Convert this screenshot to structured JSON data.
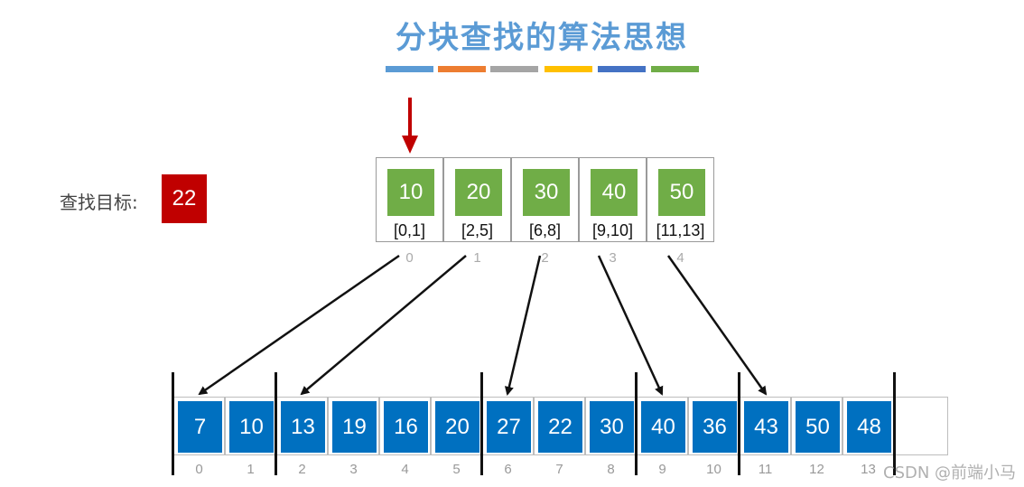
{
  "title": "分块查找的算法思想",
  "title_color": "#5b9bd5",
  "color_bars": [
    "#5b9bd5",
    "#ed7d31",
    "#a5a5a5",
    "#ffc000",
    "#4472c4",
    "#70ad47"
  ],
  "target": {
    "label": "查找目标:",
    "value": "22",
    "color": "#c00000"
  },
  "index_table": [
    {
      "max": "10",
      "range": "[0,1]",
      "index": "0"
    },
    {
      "max": "20",
      "range": "[2,5]",
      "index": "1"
    },
    {
      "max": "30",
      "range": "[6,8]",
      "index": "2"
    },
    {
      "max": "40",
      "range": "[9,10]",
      "index": "3"
    },
    {
      "max": "50",
      "range": "[11,13]",
      "index": "4"
    }
  ],
  "array": [
    {
      "value": "7",
      "index": "0"
    },
    {
      "value": "10",
      "index": "1"
    },
    {
      "value": "13",
      "index": "2"
    },
    {
      "value": "19",
      "index": "3"
    },
    {
      "value": "16",
      "index": "4"
    },
    {
      "value": "20",
      "index": "5"
    },
    {
      "value": "27",
      "index": "6"
    },
    {
      "value": "22",
      "index": "7"
    },
    {
      "value": "30",
      "index": "8"
    },
    {
      "value": "40",
      "index": "9"
    },
    {
      "value": "36",
      "index": "10"
    },
    {
      "value": "43",
      "index": "11"
    },
    {
      "value": "50",
      "index": "12"
    },
    {
      "value": "48",
      "index": "13"
    }
  ],
  "watermark": "CSDN @前端小马"
}
